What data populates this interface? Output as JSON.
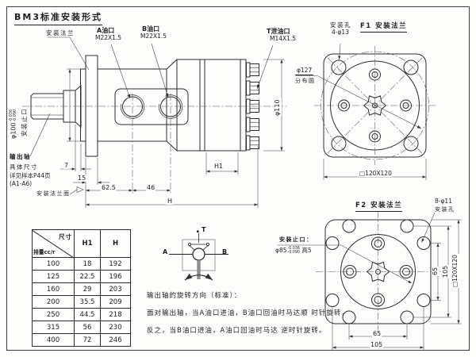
{
  "title": "BM3标准安装形式",
  "side_view": {
    "flange_label": "安装法兰",
    "port_a": {
      "name": "A油口",
      "thread": "M22X1.5"
    },
    "port_b": {
      "name": "B油口",
      "thread": "M22X1.5"
    },
    "drain_port": {
      "name": "T泄油口",
      "thread": "M14X1.5"
    },
    "shaft_dia": {
      "value": "φ100",
      "tol_upper": "-0.036",
      "tol_lower": "-0.090"
    },
    "spigot_label": "安装止口",
    "output_shaft": {
      "label": "输出轴",
      "note_line1": "具体尺寸",
      "note_line2": "详见样本P44页",
      "note_line3": "(A1-A6)"
    },
    "flange_face_label": "安装法兰面",
    "dims": {
      "step": "7",
      "flange_thickness": "15",
      "port_a_offset": "62.5",
      "port_spacing": "46",
      "total_length": "H",
      "rear_length": "H1",
      "body_dia": "φ110"
    }
  },
  "f1_view": {
    "title": "F1 安装法兰",
    "mounting_holes": {
      "line1": "安装孔",
      "line2": "4-φ13"
    },
    "pitch_circle": {
      "dia": "φ127",
      "label": "分布圆"
    },
    "square_dim": "□120X120"
  },
  "f2_view": {
    "title": "F2 安装法兰",
    "mounting_holes": {
      "line1": "8-φ11",
      "line2": "安装孔"
    },
    "spigot": {
      "label": "安装止口：",
      "dia": "φ85",
      "tol_upper": "-0.036",
      "tol_lower": "-0.090",
      "height": "高5"
    },
    "dims": {
      "holes_65_v": "65",
      "holes_105_v": "105",
      "square": "□120X120",
      "holes_65_h": "65",
      "holes_105_h": "105"
    }
  },
  "schematic": {
    "port_a": "A",
    "port_b": "B",
    "port_t": "T"
  },
  "rotation_note": {
    "line1": "输出轴的旋转方向（标准）：",
    "line2": "面对输出轴，当A油口进油，B油口回油时马达顺 时针旋转，",
    "line3": "反之，当B油口进油，A油口回油时马达 逆时针旋转。"
  },
  "table": {
    "header": {
      "top_right": "尺寸",
      "bottom_left": "排量cc/r",
      "h1": "H1",
      "h": "H"
    },
    "rows": [
      {
        "displacement": "100",
        "h1": "18",
        "h": "192"
      },
      {
        "displacement": "125",
        "h1": "22.5",
        "h": "196"
      },
      {
        "displacement": "160",
        "h1": "29",
        "h": "203"
      },
      {
        "displacement": "200",
        "h1": "35.5",
        "h": "209"
      },
      {
        "displacement": "250",
        "h1": "44.5",
        "h": "218"
      },
      {
        "displacement": "315",
        "h1": "56",
        "h": "230"
      },
      {
        "displacement": "400",
        "h1": "72",
        "h": "246"
      }
    ]
  },
  "colors": {
    "line": "#2b2b2b",
    "background": "#fdfdfc"
  }
}
